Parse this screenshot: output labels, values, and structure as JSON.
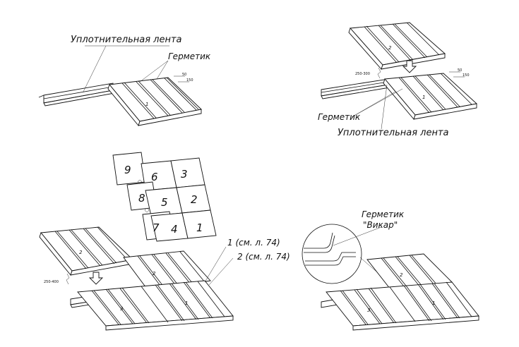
{
  "labels": {
    "seal_tape_top": "Уплотнительная лента",
    "sealant_top": "Герметик",
    "dim_50_a": "50",
    "dim_150_a": "150",
    "dim_50_b": "50",
    "dim_150_b": "150",
    "gap_250_300": "250-300",
    "sealant_right": "Герметик",
    "seal_tape_right": "Уплотнительная лента",
    "gap_250_400": "250-400",
    "ref_1": "1 (см. л. 74)",
    "ref_2": "2 (см. л. 74)",
    "sealant_vikar_1": "Герметик",
    "sealant_vikar_2": "\"Викар\""
  },
  "panel_numbers": {
    "d1_p1": "1",
    "d2_p2": "2",
    "d2_p1": "1",
    "d3_p2_top": "2",
    "d3_p2": "2",
    "d3_p3": "3",
    "d3_p1": "1",
    "d4_p2": "2",
    "d4_p3": "3",
    "d4_p1": "1"
  },
  "sequence_scheme": [
    "9",
    "6",
    "3",
    "8",
    "5",
    "2",
    "7",
    "4",
    "1"
  ],
  "colors": {
    "line": "#111111",
    "background": "#ffffff"
  }
}
